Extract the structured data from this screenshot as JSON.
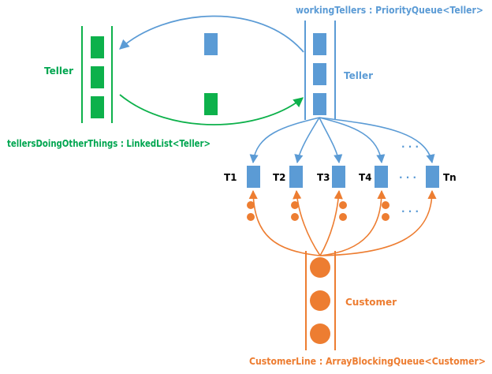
{
  "colors": {
    "green": "#0db14b",
    "green_text": "#00a650",
    "blue": "#5b9bd5",
    "blue_text": "#5b9bd5",
    "orange": "#ed7d31",
    "black": "#000000"
  },
  "labels": {
    "green_queue_name": "tellersDoingOtherThings : LinkedList<Teller>",
    "green_teller": "Teller",
    "blue_queue_name": "workingTellers : PriorityQueue<Teller>",
    "blue_teller": "Teller",
    "customer": "Customer",
    "customer_line_name": "CustomerLine : ArrayBlockingQueue<Customer>"
  },
  "tellers": [
    "T1",
    "T2",
    "T3",
    "T4",
    "Tn"
  ],
  "ellipsis": "· · ·"
}
